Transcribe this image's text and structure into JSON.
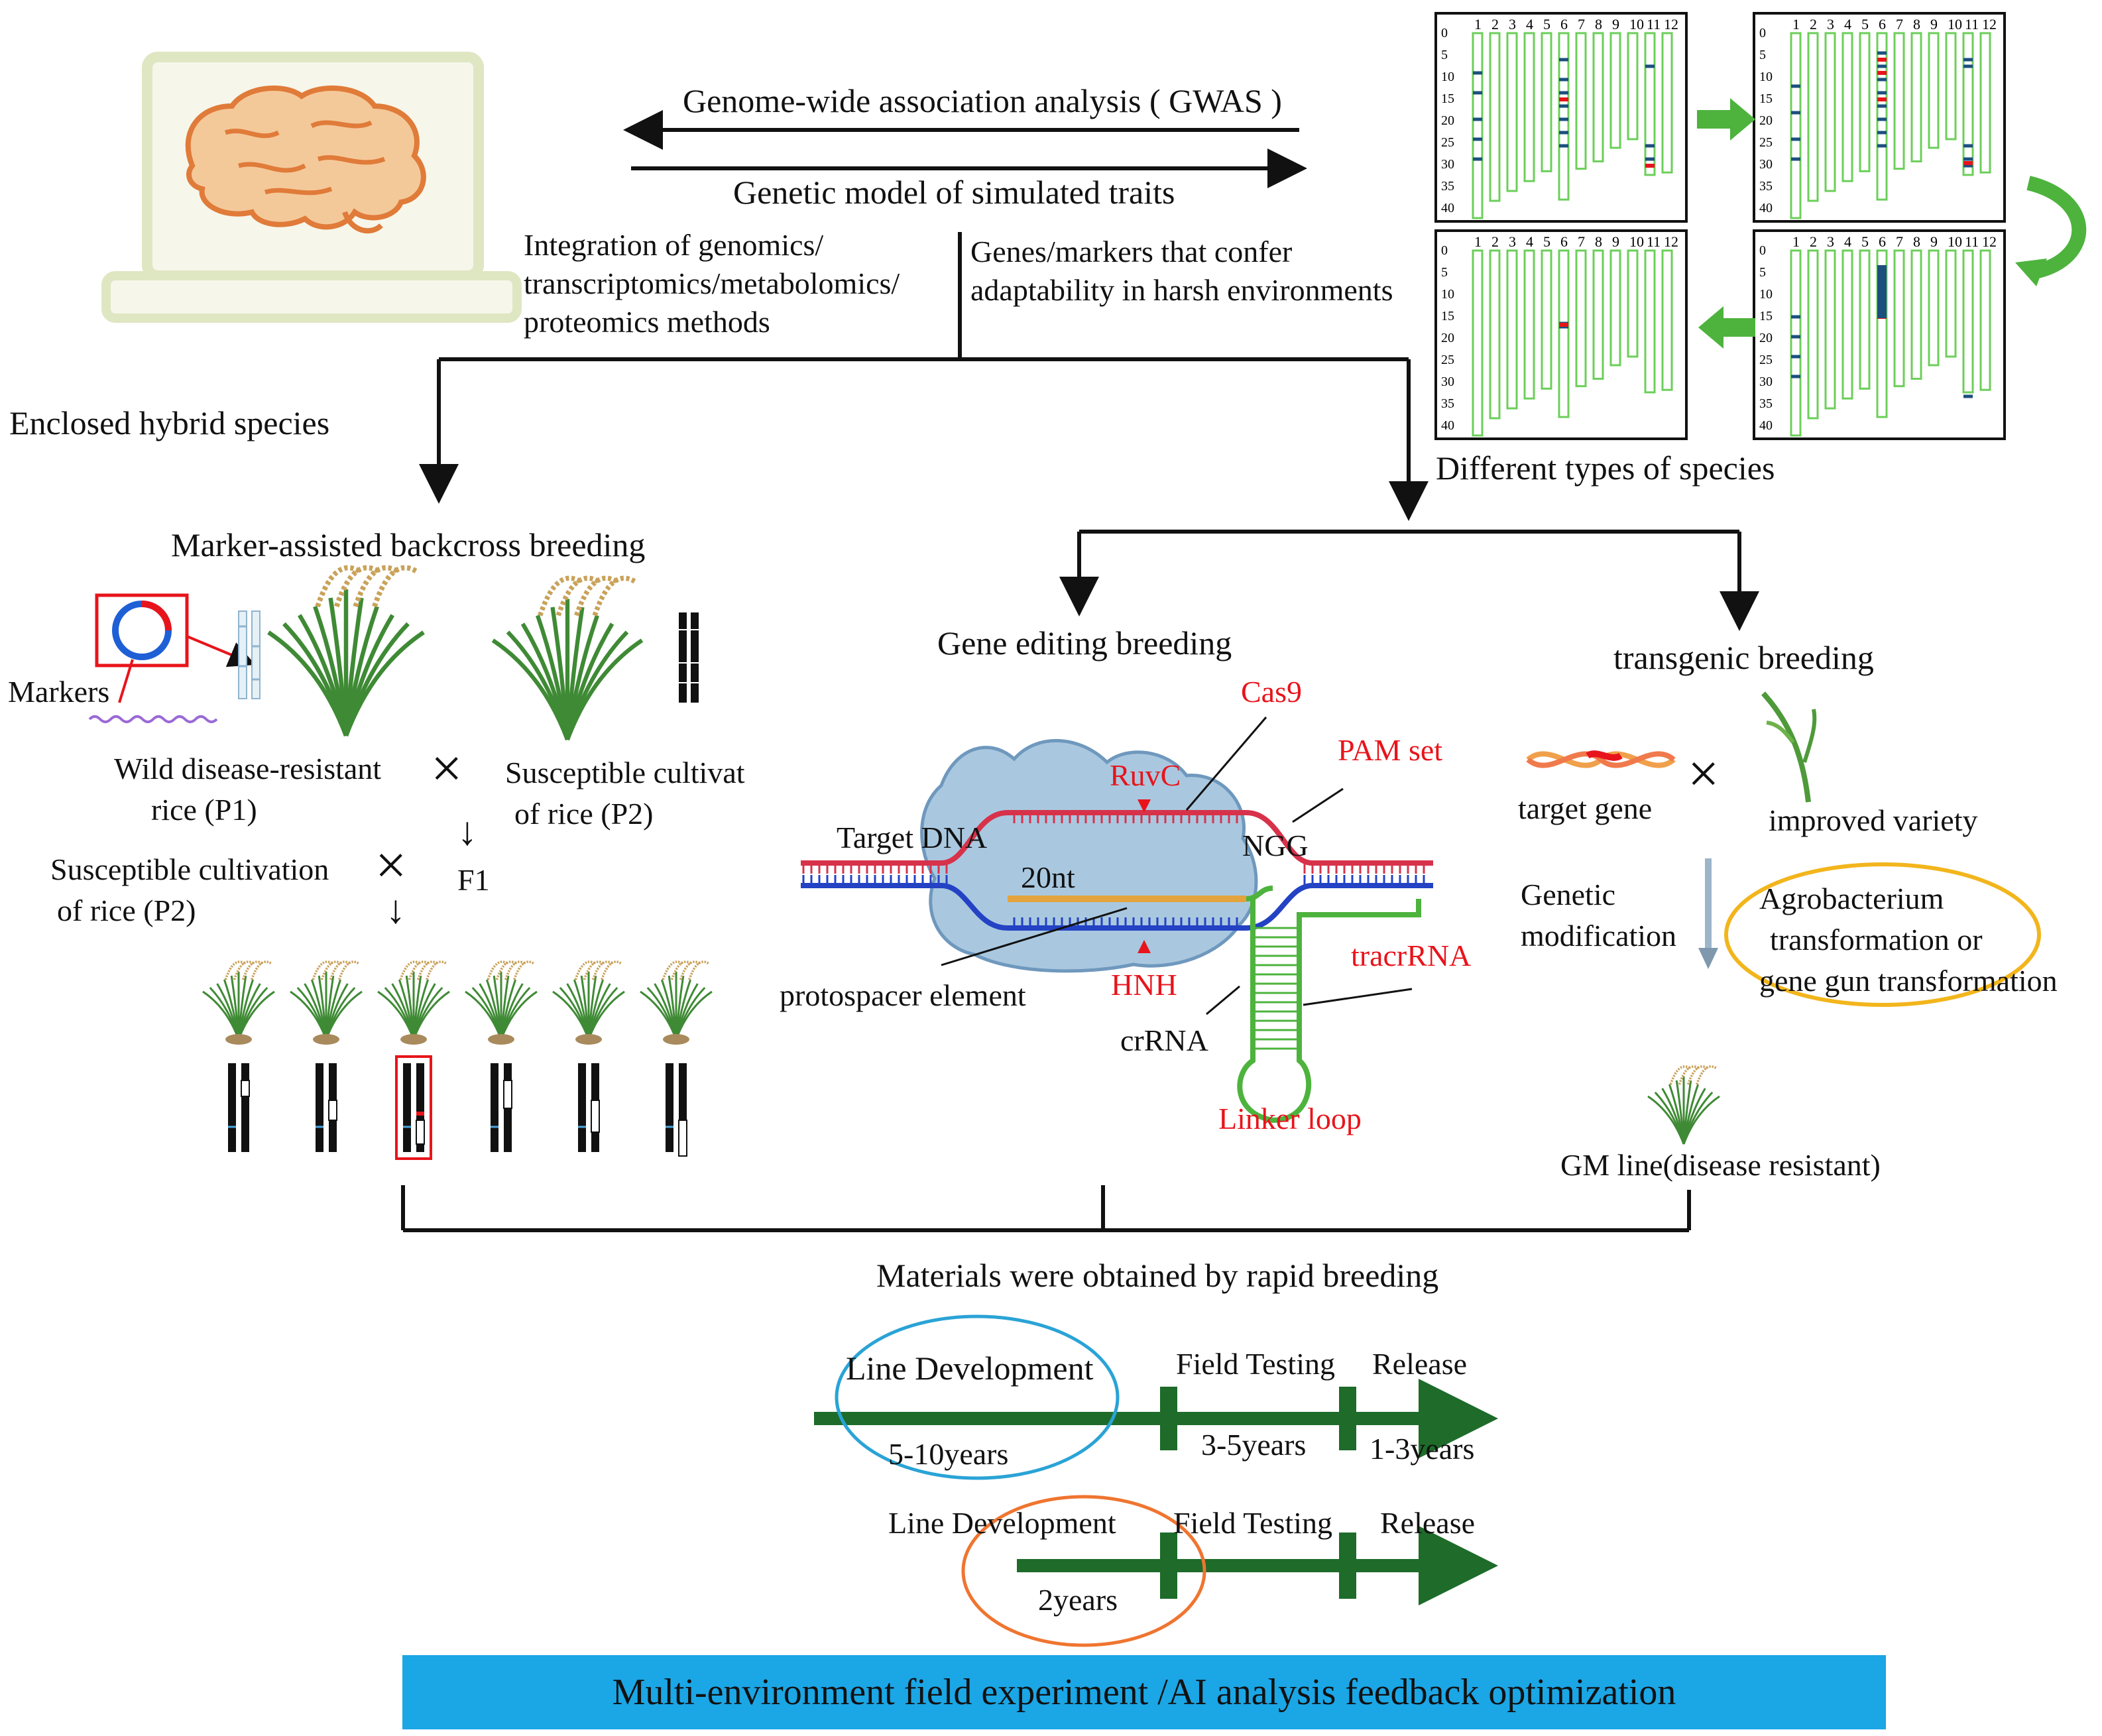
{
  "top": {
    "gwas": "Genome-wide association analysis ( GWAS )",
    "genetic_model": "Genetic model of simulated traits",
    "integration": [
      "Integration of genomics/",
      "transcriptomics/metabolomics/",
      "proteomics methods"
    ],
    "genes_markers": [
      "Genes/markers that confer",
      "adaptability in harsh environments"
    ],
    "enclosed": "Enclosed hybrid species",
    "different_types": "Different types of species",
    "panel_ticks_x": [
      "1",
      "2",
      "3",
      "4",
      "5",
      "6",
      "7",
      "8",
      "9",
      "10",
      "11",
      "12"
    ],
    "panel_ticks_y": [
      "0",
      "5",
      "10",
      "15",
      "20",
      "25",
      "30",
      "35",
      "40"
    ]
  },
  "mab": {
    "title": "Marker-assisted backcross breeding",
    "markers": "Markers",
    "p1": [
      "Wild disease-resistant",
      "rice (P1)"
    ],
    "p2": [
      "Susceptible cultivat",
      "of rice (P2)"
    ],
    "p2b": [
      "Susceptible cultivation",
      "of rice (P2)"
    ],
    "cross": "×",
    "f1": "F1",
    "arrow": "↓"
  },
  "gene_editing": {
    "title": "Gene editing breeding",
    "cas9": "Cas9",
    "ruvc": "RuvC",
    "pam": "PAM set",
    "target_dna": "Target DNA",
    "ngg": "NGG",
    "nt20": "20nt",
    "protospacer": "protospacer element",
    "hnh": "HNH",
    "tracrrna": "tracrRNA",
    "crrna": "crRNA",
    "linker": "Linker loop"
  },
  "transgenic": {
    "title": "transgenic breeding",
    "target_gene": "target gene",
    "improved": "improved variety",
    "cross": "×",
    "genetic_mod": [
      "Genetic",
      "modification"
    ],
    "agro": [
      "Agrobacterium",
      "transformation or",
      "gene gun transformation"
    ],
    "gm_line": "GM line(disease resistant)"
  },
  "bottom": {
    "materials": "Materials were obtained by rapid breeding",
    "t1": {
      "line_dev": "Line Development",
      "field": "Field Testing",
      "release": "Release",
      "y1": "5-10years",
      "y2": "3-5years",
      "y3": "1-3years"
    },
    "t2": {
      "line_dev": "Line Development",
      "field": "Field Testing",
      "release": "Release",
      "y1": "2years"
    },
    "banner": "Multi-environment field experiment /AI analysis feedback optimization"
  },
  "colors": {
    "green": "#1e6b2a",
    "red": "#e8141b",
    "blue": "#1ba6e6",
    "cloud": "#a9c8e0"
  }
}
